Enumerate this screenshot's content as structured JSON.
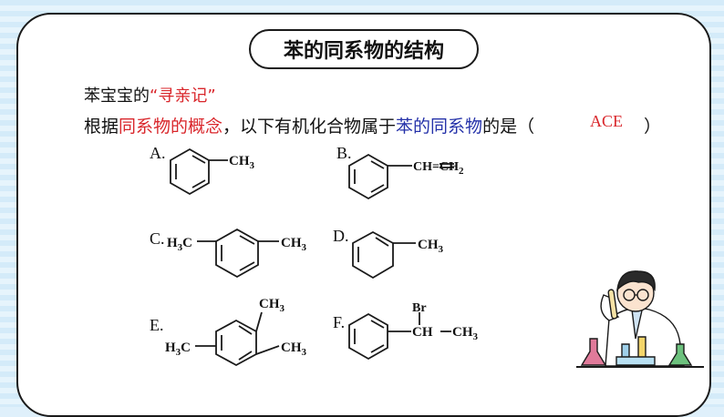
{
  "title": "苯的同系物的结构",
  "intro": {
    "prefix": "苯宝宝的",
    "quote": "“寻亲记”"
  },
  "question": {
    "part1": "根据",
    "concept": "同系物的概念",
    "part2": "，以下有机化合物属于",
    "target": "苯的同系物",
    "part3": "的是（",
    "answer": "ACE",
    "close": "）"
  },
  "options": [
    {
      "letter": "A.",
      "substituents": [
        "CH3"
      ]
    },
    {
      "letter": "B.",
      "substituents": [
        "CH=CH2"
      ]
    },
    {
      "letter": "C.",
      "substituents": [
        "H3C",
        "CH3"
      ]
    },
    {
      "letter": "D.",
      "substituents": [
        "CH3"
      ]
    },
    {
      "letter": "E.",
      "substituents": [
        "CH3",
        "H3C",
        "CH3"
      ]
    },
    {
      "letter": "F.",
      "substituents": [
        "Br",
        "CH",
        "CH3"
      ]
    }
  ],
  "colors": {
    "highlight_red": "#d9262b",
    "highlight_blue": "#2431a9",
    "background": "#dff0fb"
  },
  "decoration": "scientist-with-test-tube-illustration"
}
